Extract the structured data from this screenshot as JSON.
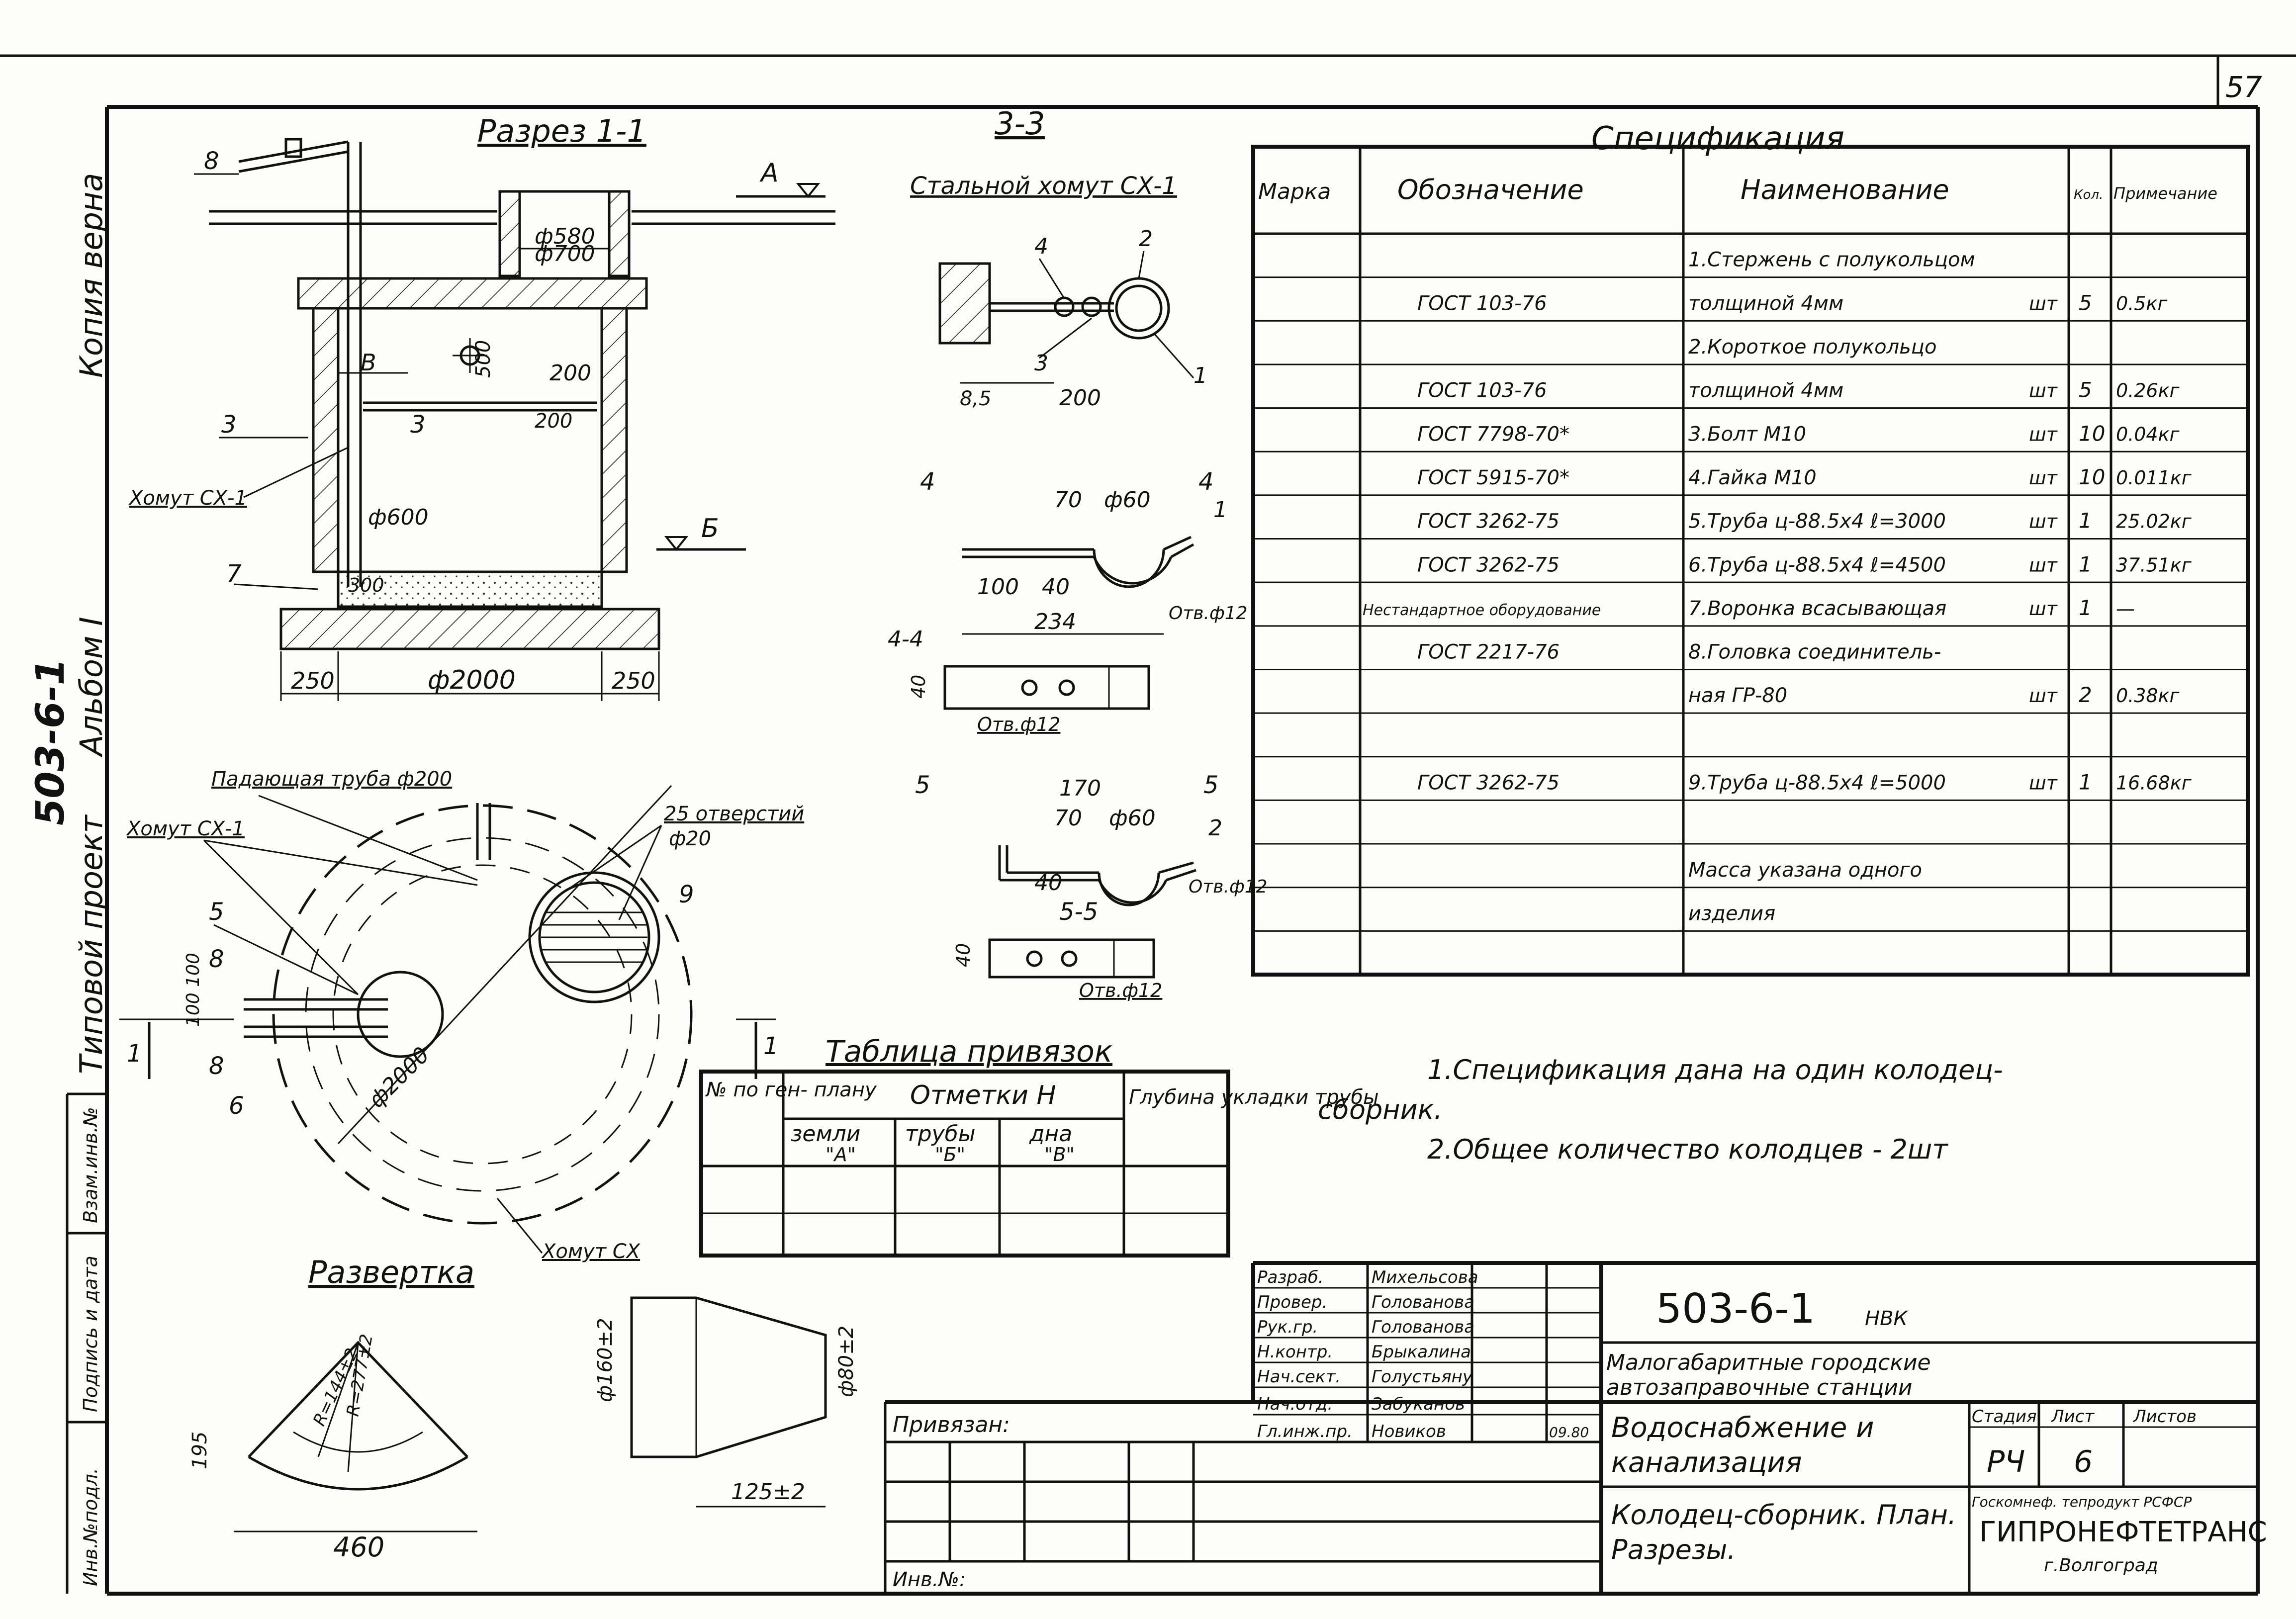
{
  "sheet": {
    "page_number": "57",
    "side_copy": "Копия верна",
    "side_album": "Альбом I",
    "side_code": "503-6-1",
    "side_project": "Типовой проект",
    "stamp_labels": [
      "Инв.№подл.",
      "Подпись и дата",
      "Взам.инв.№"
    ]
  },
  "section11": {
    "title": "Разрез 1-1",
    "marks": {
      "A": "А",
      "B": "Б",
      "V": "В"
    },
    "dims": {
      "d580": "ф580",
      "d700": "ф700",
      "d600": "ф600",
      "d2000": "ф2000",
      "w250a": "250",
      "w250b": "250",
      "h500": "500",
      "w200": "200",
      "w200b": "200",
      "w300": "300"
    },
    "callouts": [
      "8",
      "3",
      "3",
      "7"
    ],
    "clamp_label": "Хомут СХ-1"
  },
  "plan": {
    "labels": {
      "pipe_fall": "Падающая труба ф200",
      "clamp": "Хомут СХ-1",
      "holes": "25 отверстий",
      "holes_d": "ф20",
      "clamp2": "Хомут СХ",
      "d2000": "ф2000",
      "spacing": "100 100"
    },
    "callouts": [
      "5",
      "8",
      "8",
      "6",
      "9",
      "1",
      "1"
    ]
  },
  "section33": {
    "title": "3-3",
    "subtitle": "Стальной хомут СХ-1",
    "dims": {
      "w85": "8,5",
      "w200": "200"
    },
    "callouts": [
      "4",
      "2",
      "3",
      "1"
    ]
  },
  "part4": {
    "dims": {
      "w70": "70",
      "d60": "ф60",
      "w100": "100",
      "w40": "40",
      "w234": "234",
      "h40": "40"
    },
    "hole": "Отв.ф12",
    "hole2": "Отв.ф12",
    "section_label": "4-4",
    "marks": [
      "4",
      "4",
      "1"
    ]
  },
  "part5": {
    "dims": {
      "w170": "170",
      "w70": "70",
      "d60": "ф60",
      "w40": "40",
      "h40": "40"
    },
    "hole": "Отв.ф12",
    "hole2": "Отв.ф12",
    "section_label": "5-5",
    "marks": [
      "5",
      "5",
      "2"
    ]
  },
  "spec": {
    "title": "Спецификация",
    "headers": [
      "Марка",
      "Обозначение",
      "Наименование",
      "Кол.",
      "Примечание"
    ],
    "rows": [
      {
        "mark": "",
        "designation": "",
        "name": "1.Стержень с полукольцом",
        "unit": "",
        "qty": "",
        "note": ""
      },
      {
        "mark": "",
        "designation": "ГОСТ 103-76",
        "name": "толщиной 4мм",
        "unit": "шт",
        "qty": "5",
        "note": "0.5кг"
      },
      {
        "mark": "",
        "designation": "",
        "name": "2.Короткое полукольцо",
        "unit": "",
        "qty": "",
        "note": ""
      },
      {
        "mark": "",
        "designation": "ГОСТ 103-76",
        "name": "толщиной 4мм",
        "unit": "шт",
        "qty": "5",
        "note": "0.26кг"
      },
      {
        "mark": "",
        "designation": "ГОСТ 7798-70*",
        "name": "3.Болт М10",
        "unit": "шт",
        "qty": "10",
        "note": "0.04кг"
      },
      {
        "mark": "",
        "designation": "ГОСТ 5915-70*",
        "name": "4.Гайка М10",
        "unit": "шт",
        "qty": "10",
        "note": "0.011кг"
      },
      {
        "mark": "",
        "designation": "ГОСТ 3262-75",
        "name": "5.Труба ц-88.5х4 ℓ=3000",
        "unit": "шт",
        "qty": "1",
        "note": "25.02кг"
      },
      {
        "mark": "",
        "designation": "ГОСТ 3262-75",
        "name": "6.Труба ц-88.5х4 ℓ=4500",
        "unit": "шт",
        "qty": "1",
        "note": "37.51кг"
      },
      {
        "mark": "",
        "designation": "Нестандартное оборудование",
        "name": "7.Воронка всасывающая",
        "unit": "шт",
        "qty": "1",
        "note": "—"
      },
      {
        "mark": "",
        "designation": "ГОСТ 2217-76",
        "name": "8.Головка соединитель-",
        "unit": "",
        "qty": "",
        "note": ""
      },
      {
        "mark": "",
        "designation": "",
        "name": "ная ГР-80",
        "unit": "шт",
        "qty": "2",
        "note": "0.38кг"
      },
      {
        "mark": "",
        "designation": "",
        "name": "",
        "unit": "",
        "qty": "",
        "note": ""
      },
      {
        "mark": "",
        "designation": "ГОСТ 3262-75",
        "name": "9.Труба ц-88.5х4 ℓ=5000",
        "unit": "шт",
        "qty": "1",
        "note": "16.68кг"
      },
      {
        "mark": "",
        "designation": "",
        "name": "",
        "unit": "",
        "qty": "",
        "note": ""
      },
      {
        "mark": "",
        "designation": "",
        "name": "Масса указана одного",
        "unit": "",
        "qty": "",
        "note": ""
      },
      {
        "mark": "",
        "designation": "",
        "name": "изделия",
        "unit": "",
        "qty": "",
        "note": ""
      },
      {
        "mark": "",
        "designation": "",
        "name": "",
        "unit": "",
        "qty": "",
        "note": ""
      }
    ]
  },
  "notes": {
    "n1a": "1.Спецификация дана на один колодец-",
    "n1b": "сборник.",
    "n2": "2.Общее количество колодцев - 2шт"
  },
  "tie_table": {
    "title": "Таблица привязок",
    "h_no": "№ по ген- плану",
    "h_marks": "Отметки Н",
    "h_depth": "Глубина укладки трубы",
    "h_ground": "земли",
    "h_ground2": "\"А\"",
    "h_pipe": "трубы",
    "h_pipe2": "\"Б\"",
    "h_bottom": "дна",
    "h_bottom2": "\"В\""
  },
  "development": {
    "title": "Развертка",
    "dims": {
      "h195": "195",
      "r1": "R=144±2",
      "r2": "R=277±2",
      "w460": "460"
    }
  },
  "cone": {
    "dims": {
      "d160": "ф160±2",
      "d80": "ф80±2",
      "l125": "125±2"
    }
  },
  "title_block": {
    "doc_code": "503-6-1",
    "doc_suffix": "НВК",
    "roles": [
      "Разраб.",
      "Провер.",
      "Рук.гр.",
      "Н.контр.",
      "Нач.сект.",
      "Нач.отд.",
      "Гл.инж.пр."
    ],
    "names": [
      "Михельсова",
      "Голованова",
      "Голованова",
      "Брыкалина",
      "Голустьяну",
      "Забуканов",
      "Новиков"
    ],
    "date": "09.80",
    "project_name1": "Малогабаритные городские",
    "project_name2": "автозаправочные станции",
    "section_name1": "Водоснабжение и",
    "section_name2": "канализация",
    "sheet_title1": "Колодец-сборник. План.",
    "sheet_title2": "Разрезы.",
    "stage_label": "Стадия",
    "sheet_label": "Лист",
    "sheets_label": "Листов",
    "stage": "РЧ",
    "sheet_no": "6",
    "org_top": "Госкомнеф. тепродукт РСФСР",
    "org_name": "ГИПРОНЕФТЕТРАНС",
    "org_city": "г.Волгоград",
    "tie_label": "Привязан:",
    "inv_label": "Инв.№:"
  }
}
